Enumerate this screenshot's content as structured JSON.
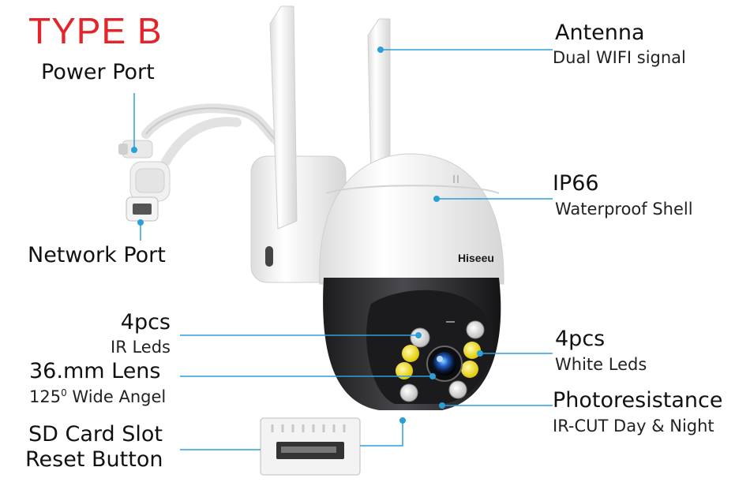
{
  "title": "TYPE B",
  "brand_logo": "Hiseeu",
  "labels": {
    "power_port": "Power Port",
    "network_port": "Network Port",
    "ir_leds_title": "4pcs",
    "ir_leds_sub": "IR Leds",
    "lens_title": "36.mm Lens",
    "lens_sub_num": "125",
    "lens_sub_sup": "0",
    "lens_sub_rest": " Wide Angel",
    "sd_card": "SD Card Slot",
    "reset_button": "Reset Button",
    "antenna_title": "Antenna",
    "antenna_sub": "Dual WIFI signal",
    "ip66_title": "IP66",
    "ip66_sub": "Waterproof Shell",
    "white_leds_title": "4pcs",
    "white_leds_sub": "White Leds",
    "photo_title": "Photoresistance",
    "photo_sub": "IR-CUT Day & Night"
  },
  "colors": {
    "title": "#e3252b",
    "callout_line": "#2a9fd8",
    "callout_dot": "#2a9fd8",
    "shell_white": "#f4f4f4",
    "shell_dark": "#2b2b2e",
    "ir_led": "#f2e21c"
  }
}
